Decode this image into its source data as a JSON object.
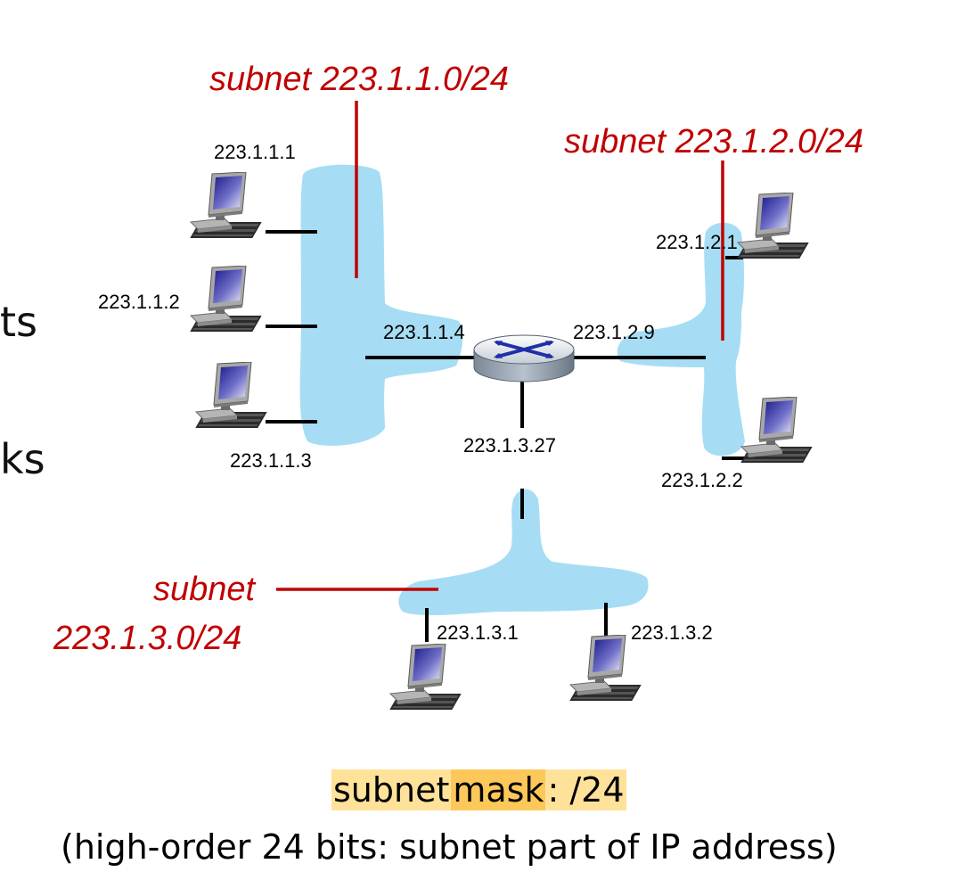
{
  "colors": {
    "subnet_blob": "#a6ddf4",
    "subnet_label": "#c00000",
    "highlight_light": "#ffe29a",
    "highlight_dark": "#fcc85a"
  },
  "icons": [
    "desktop-computer-icon",
    "router-icon"
  ],
  "partial_text": {
    "line_a": "ts",
    "line_b": "ks"
  },
  "subnets": {
    "s1": "subnet 223.1.1.0/24",
    "s2": "subnet 223.1.2.0/24",
    "s3_line1": "subnet",
    "s3_line2": "223.1.3.0/24"
  },
  "hosts": {
    "h1": "223.1.1.1",
    "h2": "223.1.1.2",
    "h3": "223.1.1.3",
    "h4": "223.1.2.1",
    "h5": "223.1.2.2",
    "h6": "223.1.3.1",
    "h7": "223.1.3.2"
  },
  "router_interfaces": {
    "r1": "223.1.1.4",
    "r2": "223.1.2.9",
    "r3": "223.1.3.27"
  },
  "caption": {
    "part1": "subnet ",
    "part2": "mask",
    "part3": ": /24",
    "line2": "(high-order 24 bits: subnet part of IP address)"
  }
}
